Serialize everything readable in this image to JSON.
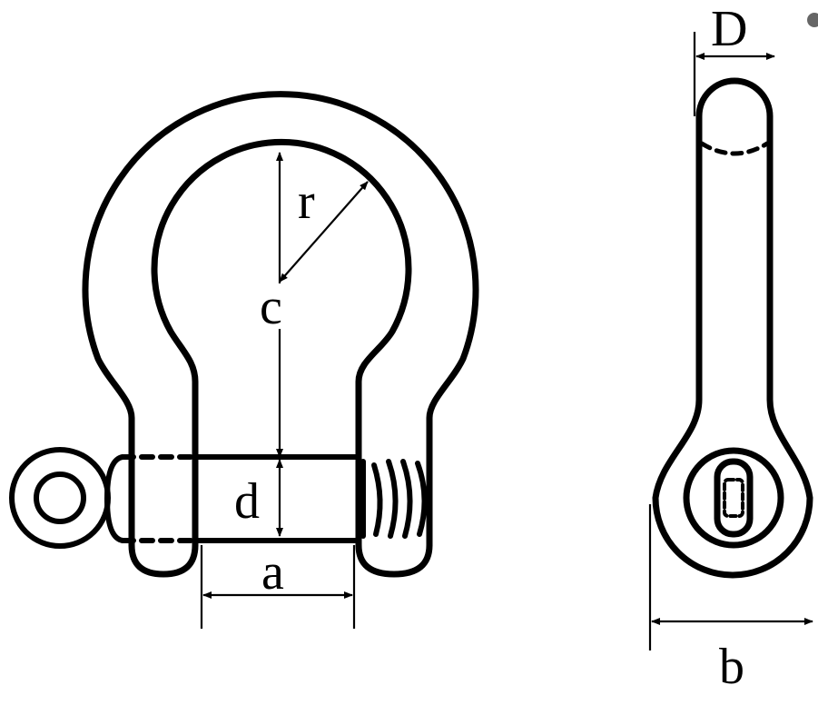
{
  "labels": {
    "r": "r",
    "c": "c",
    "d": "d",
    "a": "a",
    "D": "D",
    "b": "b"
  },
  "colors": {
    "ink": "#000000",
    "background": "#ffffff"
  }
}
